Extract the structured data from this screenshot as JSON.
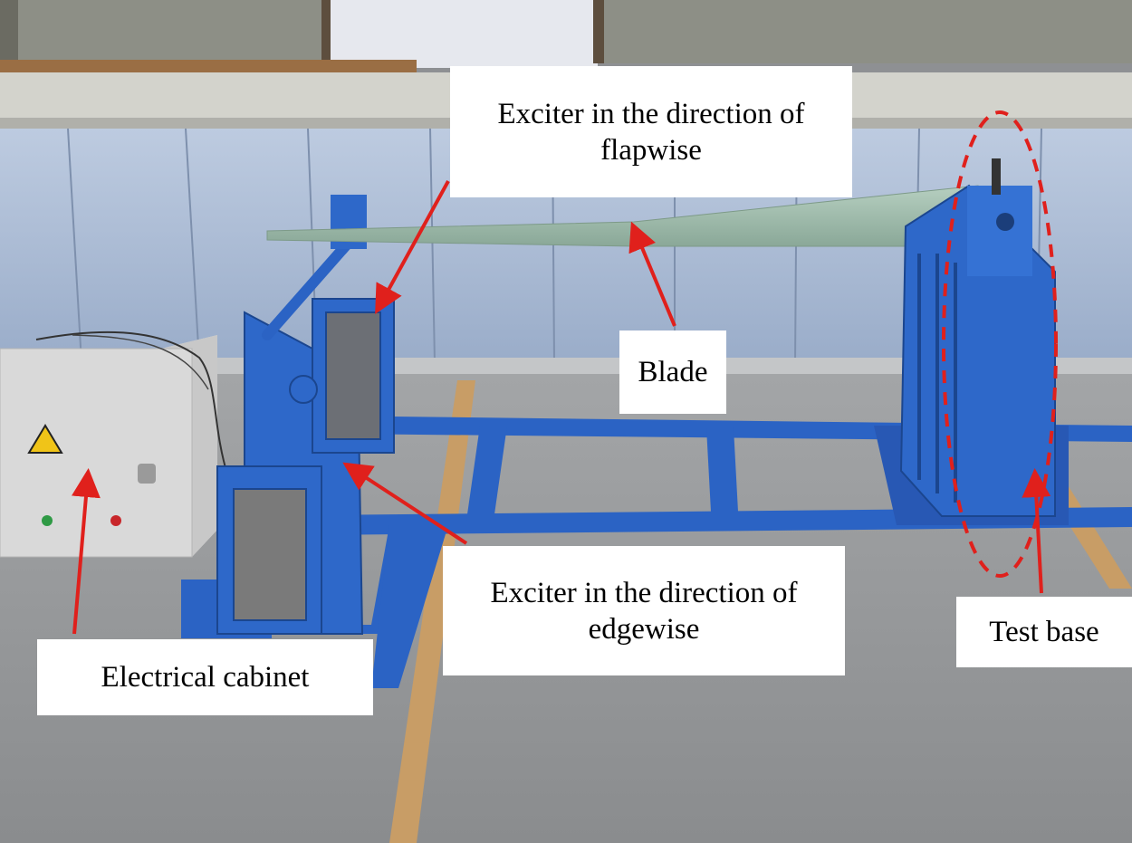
{
  "labels": {
    "flapwise_exciter": "Exciter in the direction of flapwise",
    "blade": "Blade",
    "edgewise_exciter": "Exciter in the direction of edgewise",
    "electrical_cabinet": "Electrical cabinet",
    "test_base": "Test base"
  },
  "colors": {
    "annotation_arrow": "#e0201c",
    "test_base_marker": "#e0201c",
    "rig_frame": "#2b63c4",
    "wall": "#a9bcd6",
    "floor": "#8e9093"
  }
}
